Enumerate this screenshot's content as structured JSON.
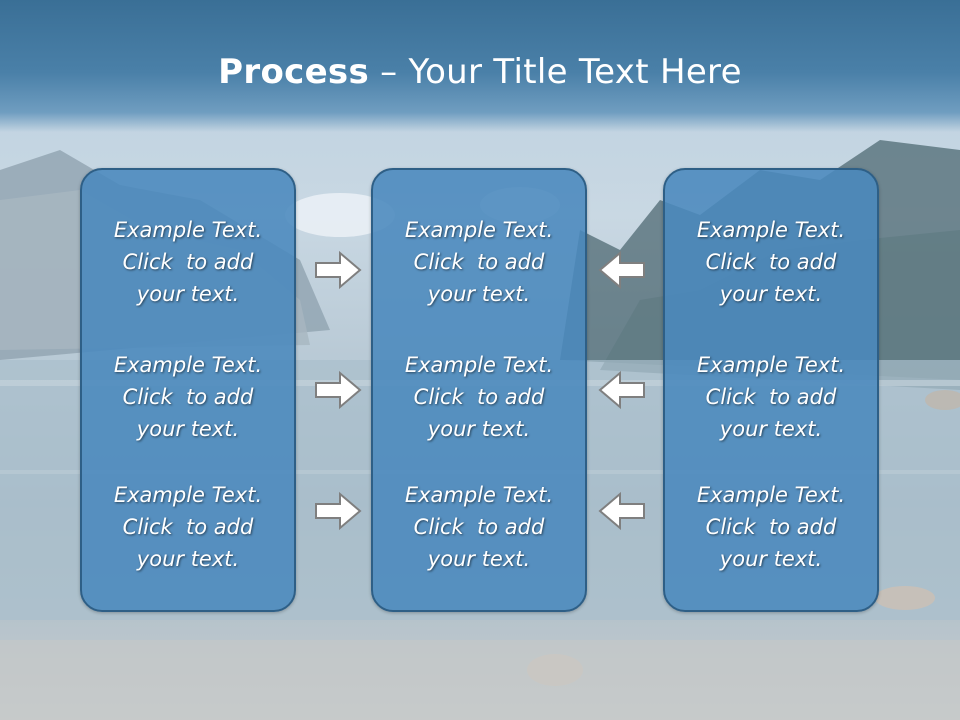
{
  "slide": {
    "title_bold": "Process",
    "title_rest": " – Your Title Text Here"
  },
  "columns": [
    {
      "items": [
        {
          "line1": "Example Text.",
          "line2": "Click  to add",
          "line3": "your text."
        },
        {
          "line1": "Example Text.",
          "line2": "Click  to add",
          "line3": "your text."
        },
        {
          "line1": "Example Text.",
          "line2": "Click  to add",
          "line3": "your text."
        }
      ]
    },
    {
      "items": [
        {
          "line1": "Example Text.",
          "line2": "Click  to add",
          "line3": "your text."
        },
        {
          "line1": "Example Text.",
          "line2": "Click  to add",
          "line3": "your text."
        },
        {
          "line1": "Example Text.",
          "line2": "Click  to add",
          "line3": "your text."
        }
      ]
    },
    {
      "items": [
        {
          "line1": "Example Text.",
          "line2": "Click  to add",
          "line3": "your text."
        },
        {
          "line1": "Example Text.",
          "line2": "Click  to add",
          "line3": "your text."
        },
        {
          "line1": "Example Text.",
          "line2": "Click  to add",
          "line3": "your text."
        }
      ]
    }
  ],
  "arrows": {
    "left_group": "right-arrow-icon",
    "right_group": "left-arrow-icon"
  },
  "colors": {
    "title_band": "#4a80a8",
    "box_fill": "#4a89bd",
    "box_border": "#2e5f86",
    "arrow_fill": "#ffffff",
    "arrow_stroke": "#7f7f7f"
  }
}
